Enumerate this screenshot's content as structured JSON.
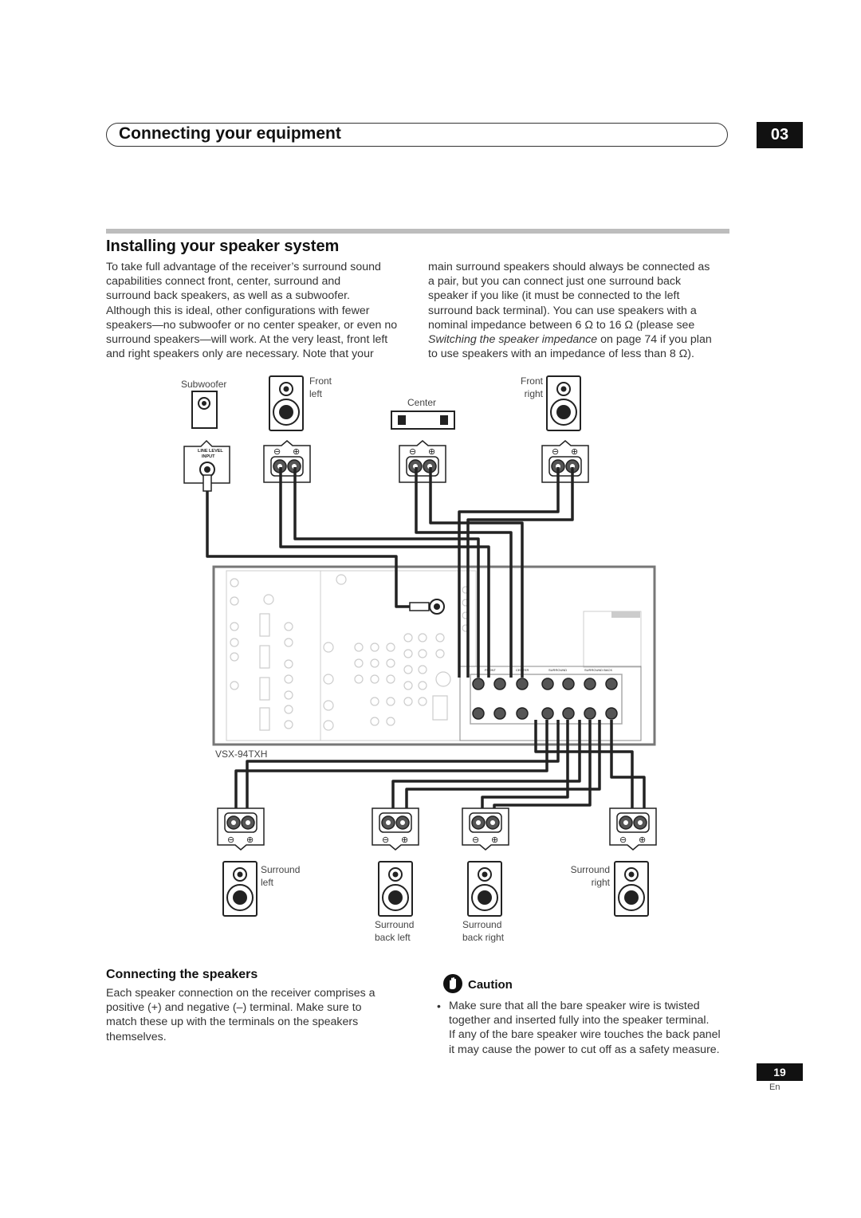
{
  "header": {
    "chapter_title": "Connecting your equipment",
    "chapter_number": "03"
  },
  "section": {
    "title": "Installing your speaker system",
    "left_paragraph": [
      "To take full advantage of the receiver’s surround sound",
      "capabilities connect front, center, surround and",
      "surround back speakers, as well as a subwoofer.",
      "Although this is ideal, other configurations with fewer",
      "speakers—no subwoofer or no center speaker, or even no",
      "surround speakers—will work. At the very least, front left",
      "and right speakers only are necessary. Note that your"
    ],
    "right_paragraph": [
      "main surround speakers should always be connected as",
      "a pair, but you can connect just one surround back",
      "speaker if you like (it must be connected to the left",
      "surround back terminal). You can use speakers with a",
      "nominal impedance between 6 Ω to 16 Ω (please see"
    ],
    "right_italic_ref": "Switching the speaker impedance",
    "right_after_ref": " on page 74 if you plan",
    "right_last_line": "to use speakers with an impedance of less than 8 Ω)."
  },
  "diagram": {
    "subwoofer": "Subwoofer",
    "front_left": [
      "Front",
      "left"
    ],
    "center": "Center",
    "front_right": [
      "Front",
      "right"
    ],
    "line_level_input": [
      "LINE LEVEL",
      "INPUT"
    ],
    "receiver_model": "VSX-94TXH",
    "surround_left": [
      "Surround",
      "left"
    ],
    "surround_back_left": [
      "Surround",
      "back left"
    ],
    "surround_back_right": [
      "Surround",
      "back right"
    ],
    "surround_right": [
      "Surround",
      "right"
    ],
    "terminal_labels": [
      "FRONT",
      "CENTER",
      "SURROUND",
      "SURROUND BACK"
    ]
  },
  "connecting": {
    "title": "Connecting the speakers",
    "text": [
      "Each speaker connection on the receiver comprises a",
      "positive (+) and negative (–) terminal. Make sure to",
      "match these up with the terminals on the speakers",
      "themselves."
    ]
  },
  "caution": {
    "title": "Caution",
    "bullet_mark": "•",
    "text": [
      "Make sure that all the bare speaker wire is twisted",
      "together and inserted fully into the speaker terminal.",
      "If any of the bare speaker wire touches the back panel",
      "it may cause the power to cut off as a safety measure."
    ]
  },
  "footer": {
    "page_number": "19",
    "language": "En"
  }
}
